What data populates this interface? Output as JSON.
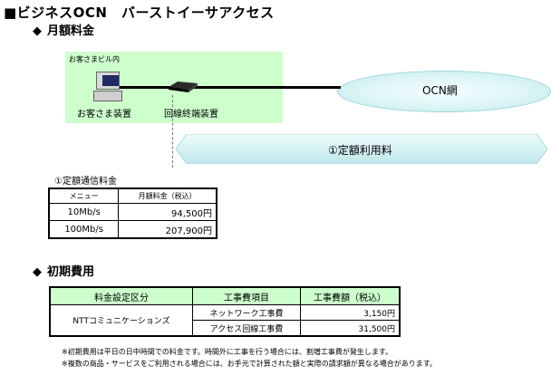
{
  "title": "■ビジネスOCN　バーストイーサアクセス",
  "section_monthly": {
    "marker": "◆",
    "label": "月額料金"
  },
  "diagram": {
    "building_label": "お客さまビル内",
    "customer_label": "お客さま装置",
    "terminal_label": "回線終端装置",
    "network_label": "OCN網",
    "band_label": "①定額利用料"
  },
  "fee_table": {
    "caption": "①定額通信料金",
    "headers": [
      "メニュー",
      "月額料金（税込）"
    ],
    "rows": [
      [
        "10Mb/s",
        "94,500円"
      ],
      [
        "100Mb/s",
        "207,900円"
      ]
    ]
  },
  "section_initial": {
    "marker": "◆",
    "label": "初期費用"
  },
  "initial_table": {
    "headers": [
      "料金設定区分",
      "工事費項目",
      "工事費額（税込）"
    ],
    "category": "NTTコミュニケーションズ",
    "rows": [
      [
        "ネットワーク工事費",
        "3,150円"
      ],
      [
        "アクセス回線工事費",
        "31,500円"
      ]
    ]
  },
  "notes": [
    "※初期費用は平日の日中時間での料金です。時間外に工事を行う場合には、割増工事費が発生します。",
    "※複数の商品・サービスをご利用される場合には、お手元で計算された額と実際の請求額が異なる場合があります。"
  ],
  "colors": {
    "building_fill": "#ccffcc",
    "header_fill": "#ccffcc",
    "cloud_fill": "#ddf5f7",
    "band_fill": "#d6f2f4"
  }
}
